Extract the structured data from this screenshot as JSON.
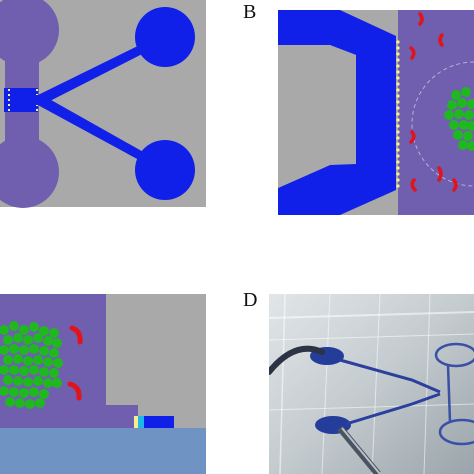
{
  "panels": [
    {
      "id": "A",
      "label": "",
      "description": "chip-top-view"
    },
    {
      "id": "B",
      "label": "B",
      "description": "chip-zoom-chamber"
    },
    {
      "id": "C",
      "label": "",
      "description": "chip-cross-section"
    },
    {
      "id": "D",
      "label": "D",
      "description": "chip-photograph"
    }
  ],
  "colors": {
    "background": "#ffffff",
    "substrate_gray": "#a9a9a9",
    "chamber_purple": "#6f5fae",
    "channel_blue": "#1020e8",
    "cell_green": "#1fb81f",
    "bacteria_red": "#e0141a",
    "pillar_yellow": "#f2f08c",
    "glass_blue": "#6f93c2",
    "photo_bg": "#c9d0d3"
  }
}
